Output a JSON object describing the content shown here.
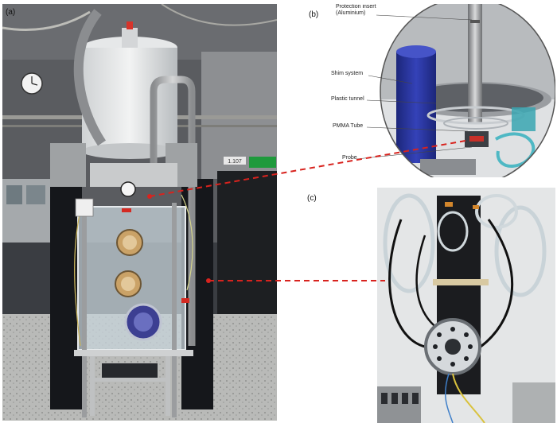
{
  "figure": {
    "panel_labels": {
      "a": "(a)",
      "b": "(b)",
      "c": "(c)"
    },
    "panel_b_callouts": {
      "protection_insert": "Protection insert",
      "protection_insert_material": "(Aluminium)",
      "shim_system": "Shim system",
      "plastic_tunnel": "Plastic tunnel",
      "pmma_tube": "PMMA Tube",
      "probe": "Probe"
    },
    "exit_sign_text": "1.107",
    "colors": {
      "magnet_blue": "#2a36a8",
      "dashed_connector": "#d8231e",
      "cyan_tubing": "#4fb8c4"
    }
  }
}
